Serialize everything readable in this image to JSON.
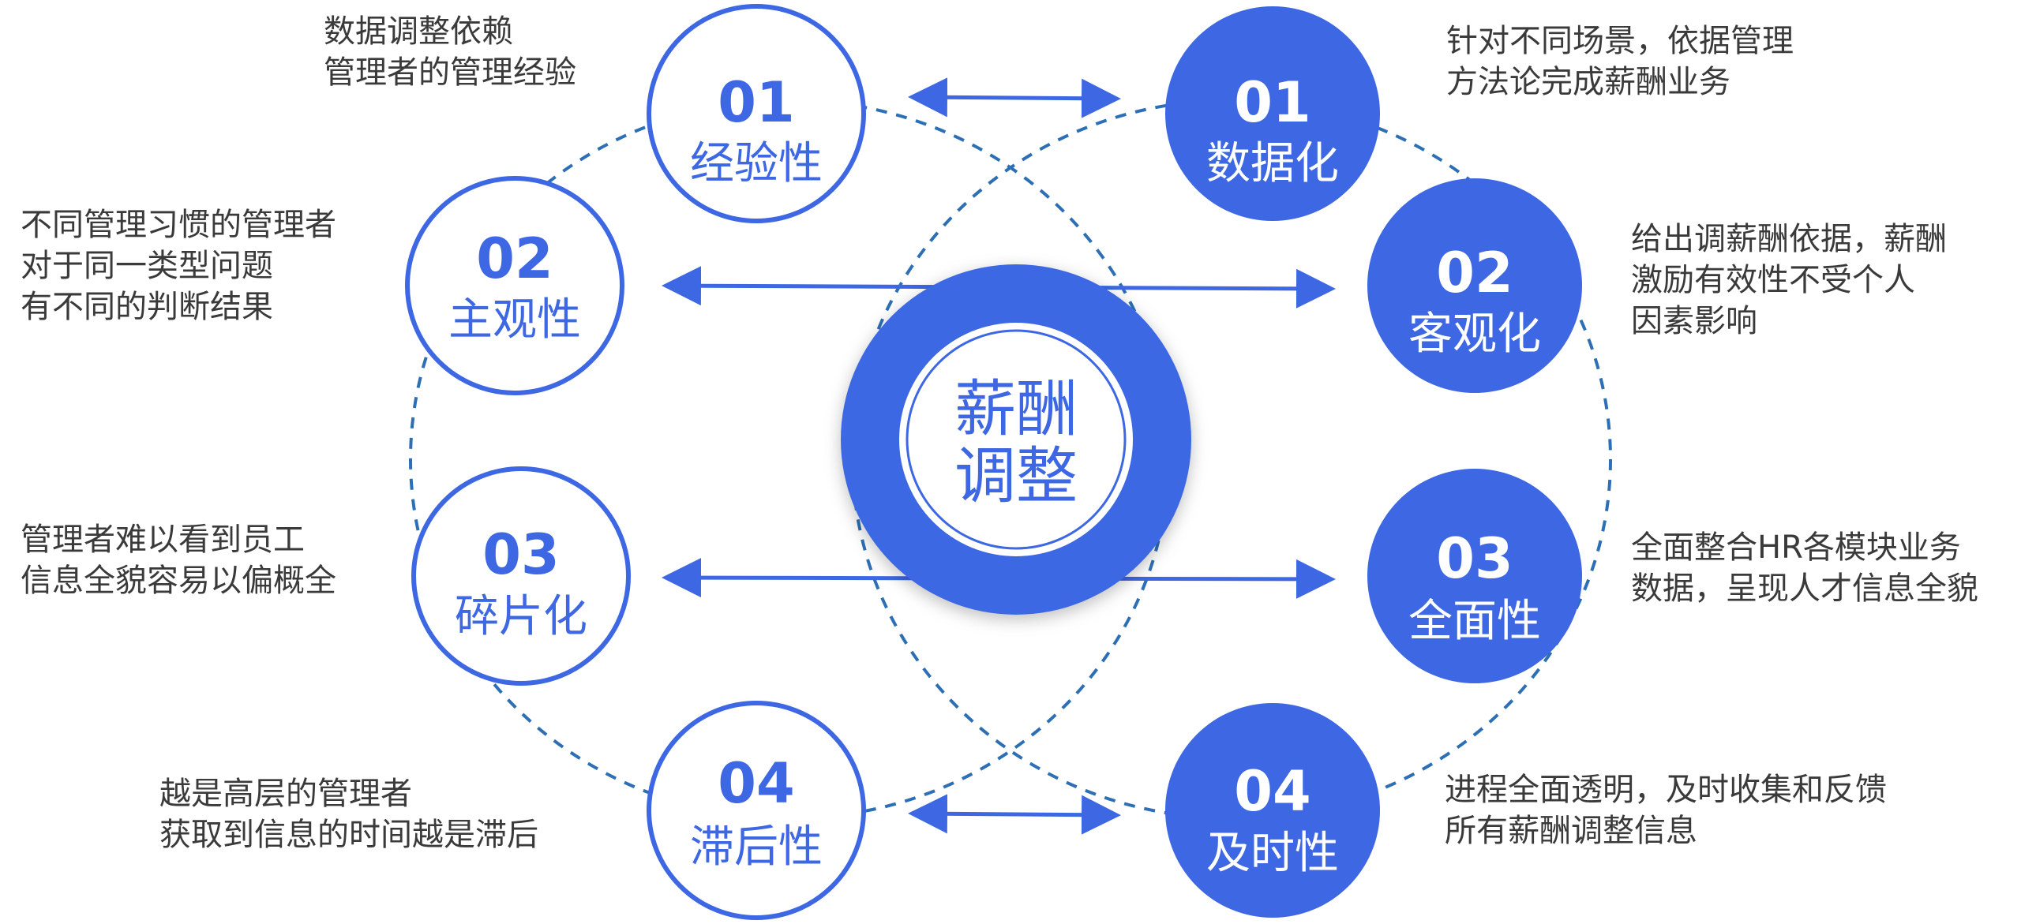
{
  "center": {
    "line1": "薪酬",
    "line2": "调整"
  },
  "left_items": [
    {
      "number": "01",
      "label": "经验性",
      "description": [
        "数据调整依赖",
        "管理者的管理经验"
      ]
    },
    {
      "number": "02",
      "label": "主观性",
      "description": [
        "不同管理习惯的管理者",
        "对于同一类型问题",
        "有不同的判断结果"
      ]
    },
    {
      "number": "03",
      "label": "碎片化",
      "description": [
        "管理者难以看到员工",
        "信息全貌容易以偏概全"
      ]
    },
    {
      "number": "04",
      "label": "滞后性",
      "description": [
        "越是高层的管理者",
        "获取到信息的时间越是滞后"
      ]
    }
  ],
  "right_items": [
    {
      "number": "01",
      "label": "数据化",
      "description": [
        "针对不同场景，依据管理",
        "方法论完成薪酬业务"
      ]
    },
    {
      "number": "02",
      "label": "客观化",
      "description": [
        "给出调薪酬依据，薪酬",
        "激励有效性不受个人",
        "因素影响"
      ]
    },
    {
      "number": "03",
      "label": "全面性",
      "description": [
        "全面整合HR各模块业务",
        "数据，呈现人才信息全貌"
      ]
    },
    {
      "number": "04",
      "label": "及时性",
      "description": [
        "进程全面透明，及时收集和反馈",
        "所有薪酬调整信息"
      ]
    }
  ],
  "colors": {
    "primary": "#3D67E3",
    "dashed_line": "#2D6FB5",
    "description_text": "#3a3a3a",
    "background": "#ffffff"
  }
}
